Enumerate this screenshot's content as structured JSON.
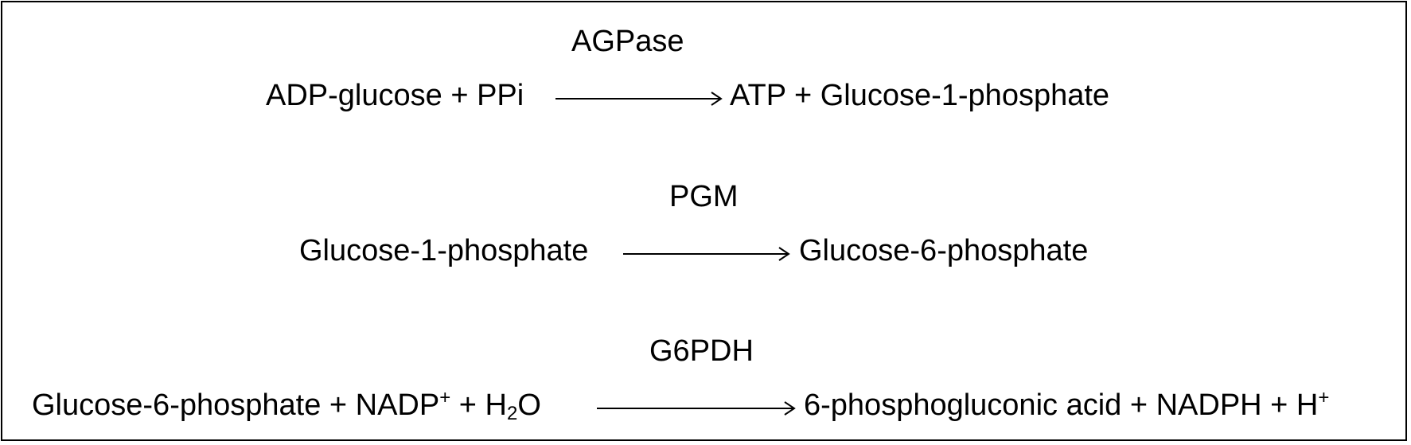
{
  "reactions": [
    {
      "enzyme": "AGPase",
      "left": "ADP-glucose + PPi",
      "right": "ATP + Glucose-1-phosphate"
    },
    {
      "enzyme": "PGM",
      "left": "Glucose-1-phosphate",
      "right": "Glucose-6-phosphate"
    },
    {
      "enzyme": "G6PDH",
      "left_part1": "Glucose-6-phosphate + NADP",
      "left_sup": "+",
      "left_part2": " + H",
      "left_sub": "2",
      "left_part3": "O",
      "right_part1": "6-phosphogluconic acid + NADPH + H",
      "right_sup": "+"
    }
  ],
  "colors": {
    "line": "#000000",
    "background": "#ffffff",
    "text": "#000000"
  }
}
